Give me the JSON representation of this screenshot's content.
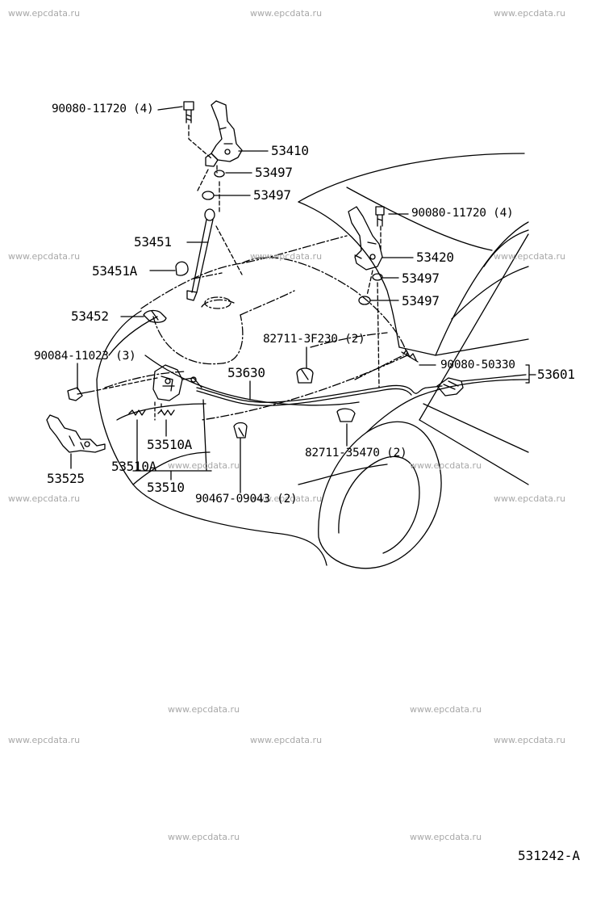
{
  "watermarks": [
    "www.epcdata.ru",
    "www.epcdata.ru",
    "www.epcdata.ru",
    "www.epcdata.ru",
    "www.epcdata.ru",
    "www.epcdata.ru",
    "www.epcdata.ru",
    "www.epcdata.ru",
    "www.epcdata.ru",
    "www.epcdata.ru",
    "www.epcdata.ru",
    "www.epcdata.ru",
    "www.epcdata.ru",
    "www.epcdata.ru",
    "www.epcdata.ru",
    "www.epcdata.ru",
    "www.epcdata.ru",
    "www.epcdata.ru"
  ],
  "parts": {
    "bolt_hinge_left": "90080-11720 (4)",
    "hinge_left": "53410",
    "washer_upper_1": "53497",
    "washer_upper_2": "53497",
    "support_rod": "53451",
    "rod_holder": "53451A",
    "rod_clip": "53452",
    "bolt_lock": "90084-11023 (3)",
    "lock_assy": "53510",
    "lock_sub_a": "53510A",
    "lock_sub_b": "53510A",
    "lock_support": "53525",
    "clip_3f230": "82711-3F230 (2)",
    "release_cable": "53630",
    "clip_35470": "82711-35470 (2)",
    "clip_09043": "90467-09043 (2)",
    "bolt_hinge_right": "90080-11720 (4)",
    "hinge_right": "53420",
    "washer_right_1": "53497",
    "washer_right_2": "53497",
    "bolt_lever": "90080-50330",
    "lever_assy": "53601"
  },
  "diagram_id": "531242-A"
}
